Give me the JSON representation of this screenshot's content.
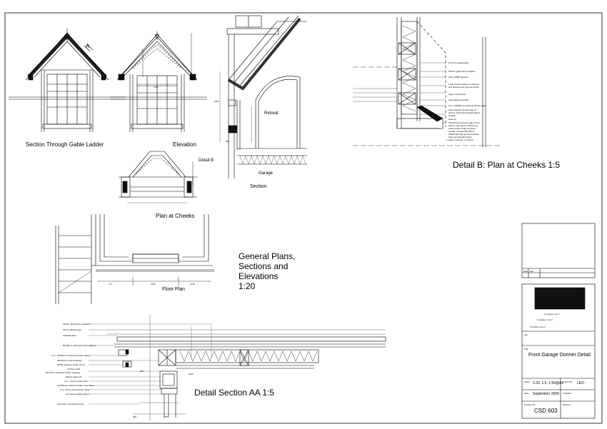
{
  "views": {
    "section_gable_ladder": "Section Through Gable Ladder",
    "elevation": "Elevation",
    "detail_b_ref": "Detail B",
    "retreat": "Retreat",
    "garage": "Garage",
    "section": "Section",
    "plan_at_cheeks": "Plan at Cheeks",
    "floor_plan": "Floor Plan",
    "detail_b_title": "Detail B:  Plan at Cheeks  1:5",
    "detail_section_aa": "Detail Section AA  1:5",
    "section_marker_a": "A"
  },
  "general_plans": [
    "General Plans,",
    "Sections and",
    "Elevations",
    "1:20"
  ],
  "annotations_detail_b": [
    "12.5mm plasterboard",
    "100mm glass fibre insulation",
    "18mm WBP plywood",
    "Code 4 lead soakers to plywood and dressed over tiles as shown",
    "edge of lead cover",
    "Lead capped cheeks",
    "2 no. 100x50mm softwood timber studs",
    "lead wrapped around edge of dormer, fixed with welded cleat in position",
    "lead roll",
    "75x100mm purpose made timber frame. Lead upturn dressed up under bottom edge of plaster reveals. Provide 25x 50mm treated SW drip groove between frame and window frame.",
    "edge of dormer roof above"
  ],
  "annotations_detail_aa": [
    "100mm glass fibre insulation",
    "12mm plasterboard",
    "Standard tiles",
    "50x38mm softwood timber battens",
    "2 no. 100x50mm softwood timber rafters",
    "35x100mm joists boarded",
    "25x50 softwood timber firring",
    "12.5mm soffit",
    "50x75mm softwood timber noggings",
    "Planed upper sill",
    "2 no. 12.5mm lead sheet",
    "100x50mm softwood timber sole frame",
    "2 no. 50mm sole board to base",
    "a purpose window frame",
    "outer face of brick and stone"
  ],
  "dims": {
    "elev_width": "1750",
    "floor_a": "777",
    "floor_b": "1050",
    "floor_c": "1215",
    "aa_a": "200",
    "aa_b": "360",
    "aa_c": "375",
    "aa_d": "2620",
    "sect_a": "1100",
    "sect_b": "300"
  },
  "title_block": {
    "logo_lines": [
      "Company Line 1",
      "Company Line 2",
      "Company Line 3"
    ],
    "date_label": "Date",
    "rev_label": "Rev",
    "job_label": "Job",
    "title_label": "Title",
    "title_value": "Front Garage Dormer Detail",
    "scale_label": "Scale",
    "scale_value": "1:20, 1:5, 1:50@A1",
    "drawn_label": "Drawn By",
    "drawn_value": "LEO",
    "date_label2": "Date",
    "date_value": "September  2006",
    "checked_label": "Checked",
    "drawing_no_label": "Drawing No",
    "drawing_no_value": "CSD 603",
    "revision_label": "Revision"
  }
}
